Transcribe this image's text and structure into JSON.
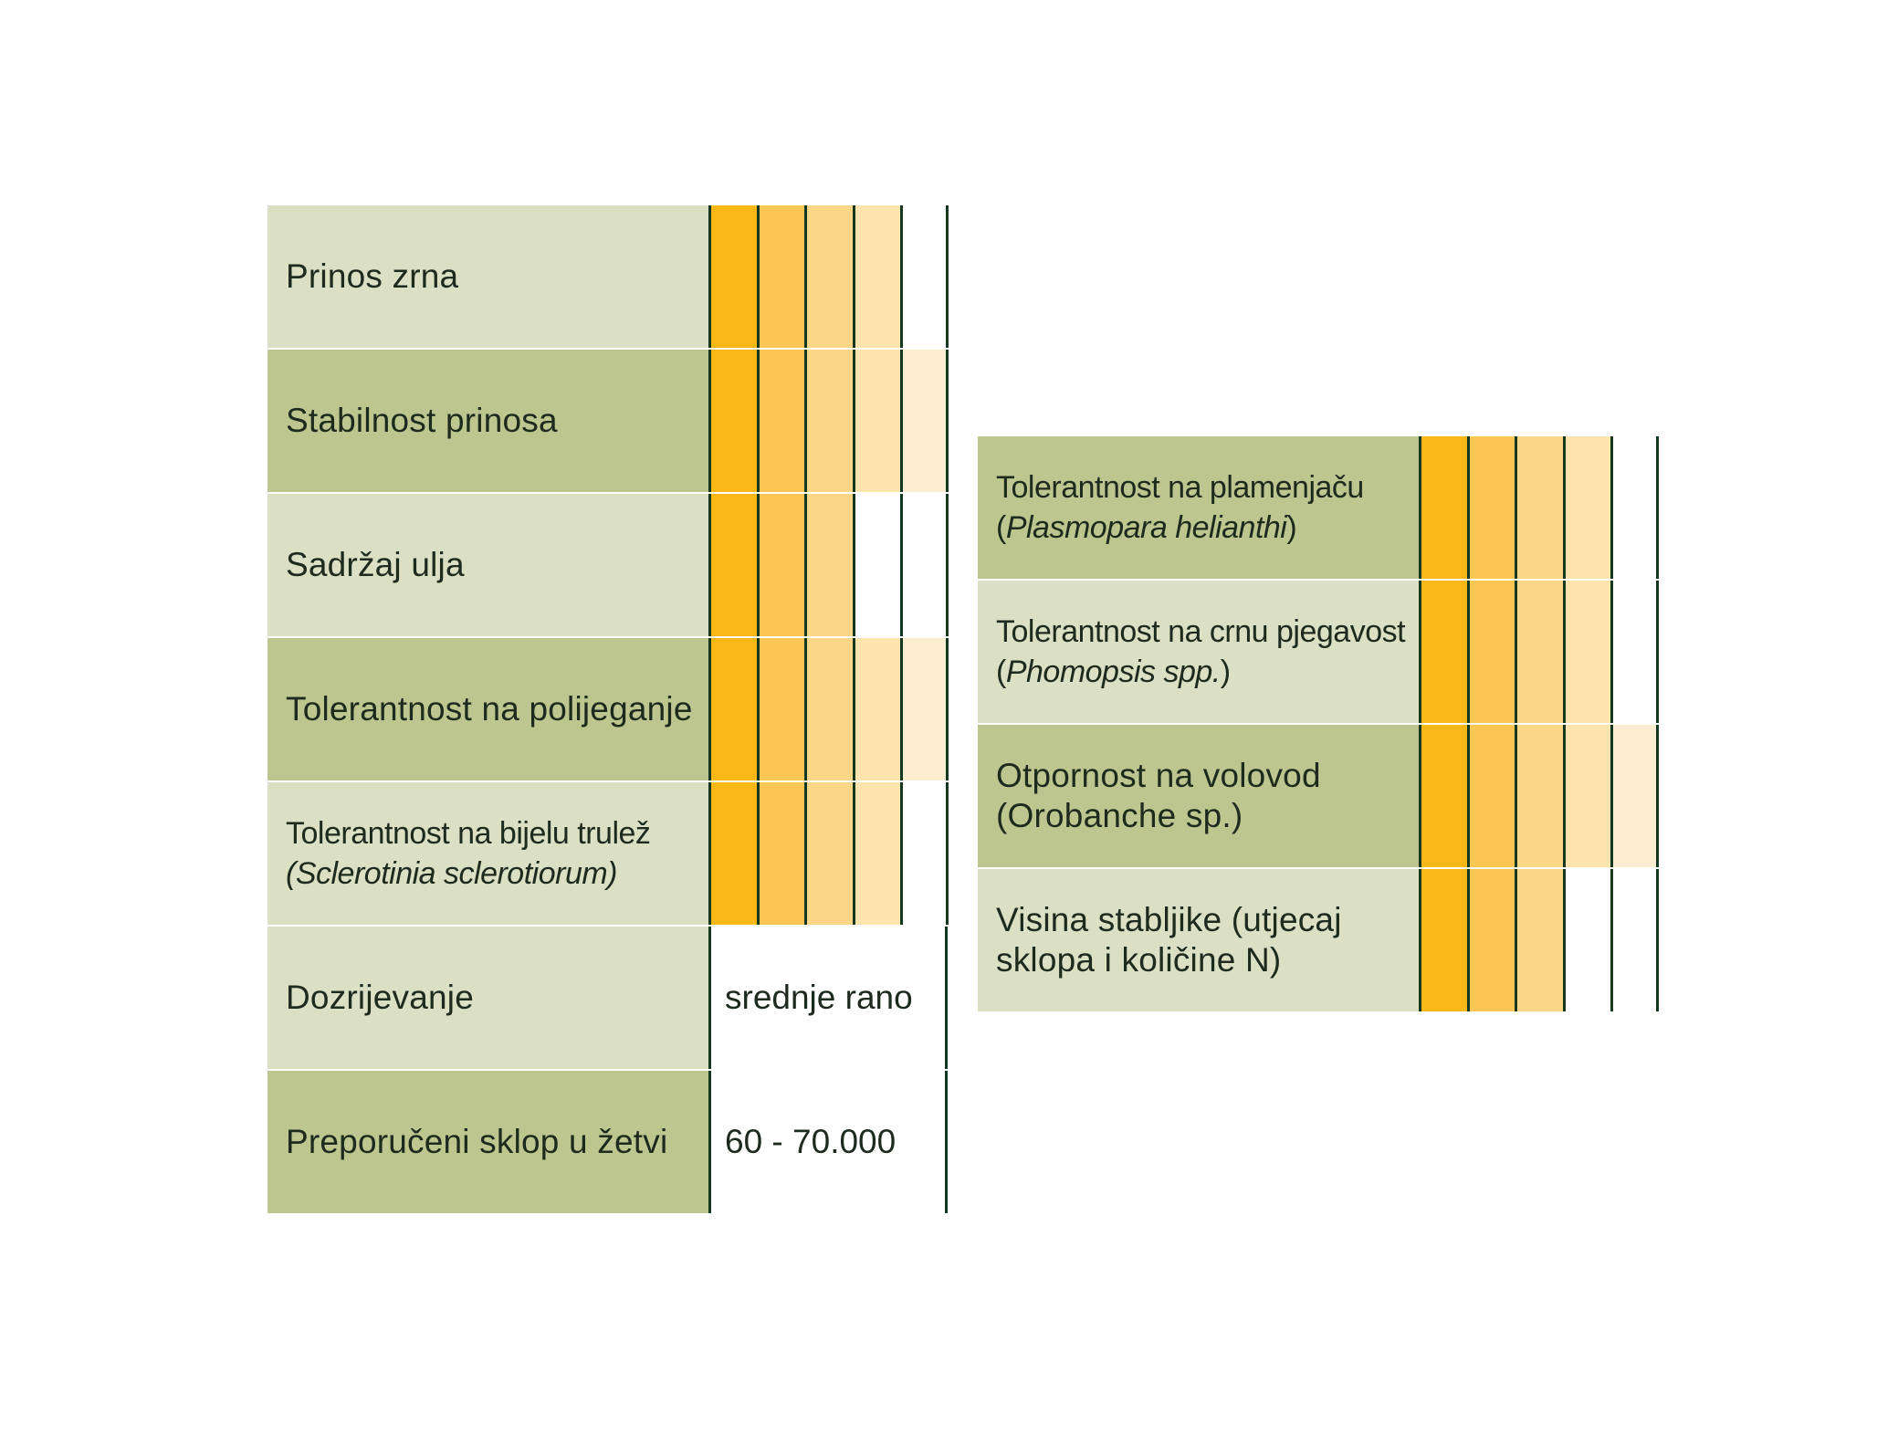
{
  "colors": {
    "label_light": "#dbdfc3",
    "label_dark": "#bec68f",
    "scale_levels": [
      "#fab818",
      "#fbc654",
      "#fcd687",
      "#fde3ac",
      "#fdedd0"
    ],
    "divider": "#13381f"
  },
  "left_table": {
    "rows": [
      {
        "label": "Prinos zrna",
        "rating": 4
      },
      {
        "label": "Stabilnost prinosa",
        "rating": 5
      },
      {
        "label": "Sadržaj ulja",
        "rating": 3
      },
      {
        "label": "Tolerantnost na polijeganje",
        "rating": 5
      },
      {
        "label_line1": "Tolerantnost na bijelu trulež",
        "label_line2": "(Sclerotinia sclerotiorum)",
        "rating": 4
      },
      {
        "label": "Dozrijevanje",
        "value": "srednje rano"
      },
      {
        "label": "Preporučeni sklop u žetvi",
        "value": "60 - 70.000"
      }
    ]
  },
  "right_table": {
    "rows": [
      {
        "label_line1": "Tolerantnost na plamenjaču",
        "label_line2_open": "(",
        "label_line2_italic": "Plasmopara helianthi",
        "label_line2_close": ")",
        "rating": 4
      },
      {
        "label_line1": "Tolerantnost na crnu pjegavost",
        "label_line2_open": "(",
        "label_line2_italic": "Phomopsis spp.",
        "label_line2_close": ")",
        "rating": 4
      },
      {
        "label_line1": "Otpornost na volovod",
        "label_line2": "(Orobanche sp.)",
        "rating": 5
      },
      {
        "label_line1": "Visina stabljike (utjecaj",
        "label_line2": "sklopa i količine N)",
        "rating": 3
      }
    ]
  }
}
